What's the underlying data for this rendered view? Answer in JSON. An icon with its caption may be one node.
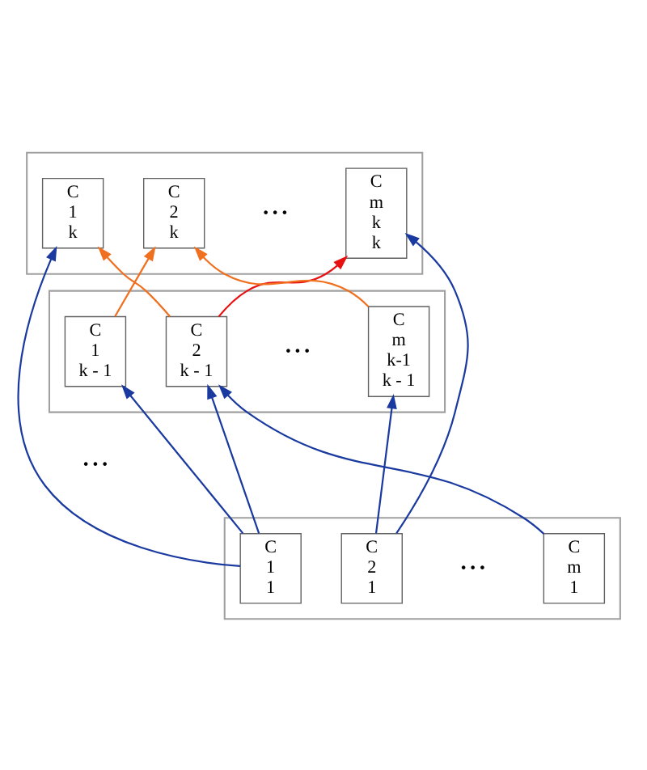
{
  "diagram": {
    "nodes": [
      {
        "text": [],
        "shape": "box"
      },
      {
        "text": [
          "C",
          "1",
          "k"
        ],
        "in": 0
      },
      {
        "text": [
          "C",
          "2",
          "k"
        ],
        "in": 0
      },
      {
        "text": [
          "C",
          "m",
          "k",
          "k"
        ],
        "in": 0
      },
      {
        "text": [],
        "shape": "box"
      },
      {
        "text": [
          "C",
          "1",
          "k - 1"
        ],
        "in": 4
      },
      {
        "text": [
          "C",
          "2",
          "k - 1"
        ],
        "in": 4
      },
      {
        "text": [
          "C",
          "m",
          "k-1",
          "k - 1"
        ],
        "in": 4
      },
      {
        "text": [],
        "shape": "box"
      },
      {
        "text": [
          "C",
          "1",
          "1"
        ],
        "in": 8
      },
      {
        "text": [
          "C",
          "2",
          "1"
        ],
        "in": 8
      },
      {
        "text": [
          "C",
          "m",
          "1"
        ],
        "in": 8
      }
    ],
    "edges": [
      {
        "from": 5,
        "to": 2,
        "arrow": "to",
        "color": "#f07020"
      },
      {
        "from": 6,
        "to": 1,
        "arrow": "to",
        "color": "#f07020"
      },
      {
        "from": 7,
        "to": 2,
        "arrow": "to",
        "color": "#f07020"
      },
      {
        "from": 6,
        "to": 3,
        "arrow": "to",
        "color": "#e81010"
      },
      {
        "from": 9,
        "to": 1,
        "arrow": "to"
      },
      {
        "from": 9,
        "to": 5,
        "arrow": "to"
      },
      {
        "from": 9,
        "to": 6,
        "arrow": "to"
      },
      {
        "from": 10,
        "to": 3,
        "arrow": "to"
      },
      {
        "from": 10,
        "to": 7,
        "arrow": "to"
      },
      {
        "from": 11,
        "to": 6,
        "arrow": "to"
      }
    ],
    "labels": [
      "• • •",
      "• • •",
      "• • •",
      "• • •"
    ]
  }
}
